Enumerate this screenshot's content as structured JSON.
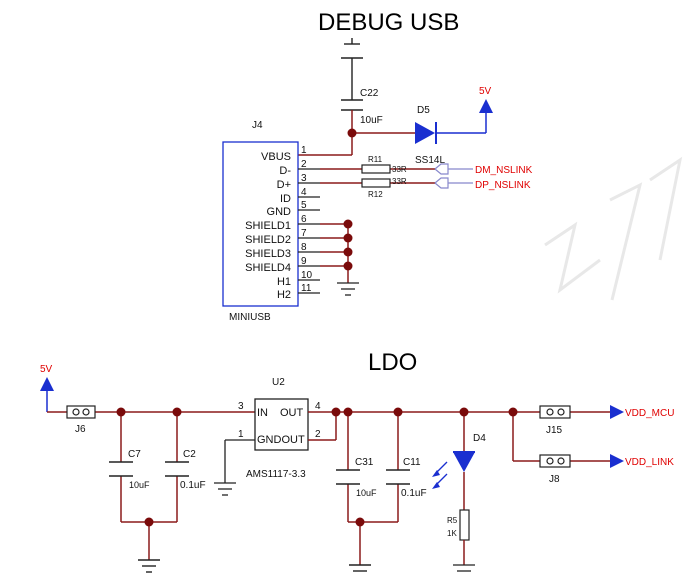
{
  "titles": {
    "debug_usb": "DEBUG USB",
    "ldo": "LDO"
  },
  "colors": {
    "wire": "#8b1a1a",
    "junction": "#7a0a0a",
    "power": "#1a2fd0",
    "net_label": "#e00000",
    "component": "#222222"
  },
  "usb": {
    "ref": "J4",
    "part": "MINIUSB",
    "pins": [
      {
        "name": "VBUS",
        "num": "1"
      },
      {
        "name": "D-",
        "num": "2"
      },
      {
        "name": "D+",
        "num": "3"
      },
      {
        "name": "ID",
        "num": "4"
      },
      {
        "name": "GND",
        "num": "5"
      },
      {
        "name": "SHIELD1",
        "num": "6"
      },
      {
        "name": "SHIELD2",
        "num": "7"
      },
      {
        "name": "SHIELD3",
        "num": "8"
      },
      {
        "name": "SHIELD4",
        "num": "9"
      },
      {
        "name": "H1",
        "num": "10"
      },
      {
        "name": "H2",
        "num": "11"
      }
    ],
    "c22": {
      "ref": "C22",
      "value": "10uF"
    },
    "d5": {
      "ref": "D5",
      "value": "SS14L"
    },
    "power_5v": "5V",
    "r11": {
      "ref": "R11",
      "value": "33R"
    },
    "r12": {
      "ref": "R12",
      "value": "33R"
    },
    "net_dm": "DM_NSLINK",
    "net_dp": "DP_NSLINK"
  },
  "ldo": {
    "input_5v": "5V",
    "j6": "J6",
    "c7": {
      "ref": "C7",
      "value": "10uF"
    },
    "c2": {
      "ref": "C2",
      "value": "0.1uF"
    },
    "u2": {
      "ref": "U2",
      "part": "AMS1117-3.3",
      "pin_in": "IN",
      "pin_out": "OUT",
      "pin_gnd": "GNDOUT",
      "num_in": "3",
      "num_out": "4",
      "num_gnd": "1",
      "num_out2": "2"
    },
    "c31": {
      "ref": "C31",
      "value": "10uF"
    },
    "c11": {
      "ref": "C11",
      "value": "0.1uF"
    },
    "d4": "D4",
    "r5": {
      "ref": "R5",
      "value": "1K"
    },
    "j15": "J15",
    "j8": "J8",
    "vdd_mcu": "VDD_MCU",
    "vdd_link": "VDD_LINK"
  }
}
